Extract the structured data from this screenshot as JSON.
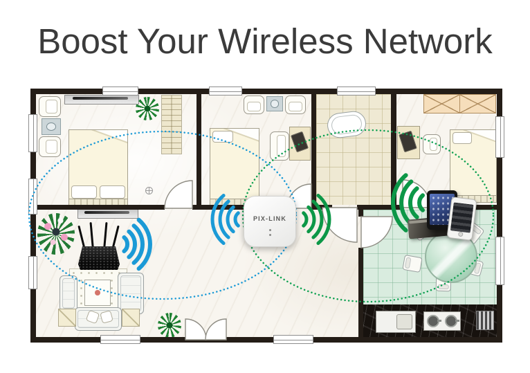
{
  "title": "Boost Your Wireless Network",
  "floorplan": {
    "rooms": [
      {
        "name": "bedroom-left"
      },
      {
        "name": "bedroom-middle"
      },
      {
        "name": "bathroom"
      },
      {
        "name": "bedroom-right"
      },
      {
        "name": "living-room"
      },
      {
        "name": "hallway"
      },
      {
        "name": "dining-room"
      },
      {
        "name": "kitchen"
      }
    ],
    "network": {
      "router": {
        "icon": "wifi-router-icon",
        "antennas": 4,
        "signal_color": "#1b9ad6"
      },
      "repeater": {
        "label": "PIX-LINK",
        "icon": "wifi-repeater-icon",
        "led_count": 2,
        "uplink_signal_color": "#1b9ad6",
        "extended_signal_color": "#0c9747"
      },
      "clients": [
        {
          "icon": "laptop-icon"
        },
        {
          "icon": "tablet-icon"
        },
        {
          "icon": "smartphone-icon"
        }
      ],
      "coverage_zones": [
        {
          "name": "router-coverage",
          "style": "dotted-ellipse",
          "color": "#1b9ad6"
        },
        {
          "name": "extended-coverage",
          "style": "dotted-ellipse",
          "color": "#0ea152"
        }
      ]
    }
  }
}
